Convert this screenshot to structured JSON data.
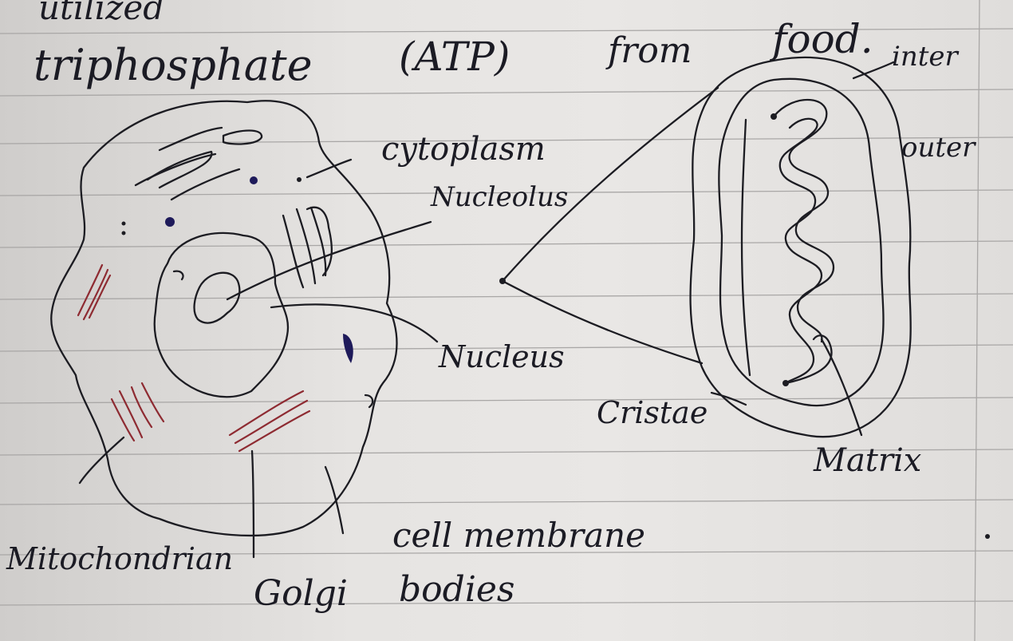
{
  "header_text": {
    "line1": "utilized",
    "word_triphosphate": "triphosphate",
    "word_atp": "(ATP)",
    "word_from": "from",
    "word_food": "food.",
    "word_inter": "inter",
    "word_outer": "outer"
  },
  "labels": {
    "cytoplasm": "cytoplasm",
    "nucleolus": "Nucleolus",
    "nucleus": "Nucleus",
    "cristae": "Cristae",
    "matrix": "Matrix",
    "mitochondrian": "Mitochondrian",
    "golgi": "Golgi",
    "bodies": "bodies",
    "cell_membrane": "cell membrane"
  },
  "colors": {
    "paper": "#e4e2e0",
    "ruling": "#a9a7a6",
    "ink": "#1c1c22",
    "red_ink": "#8e2b32",
    "blue_ink": "#1e1a5a"
  }
}
